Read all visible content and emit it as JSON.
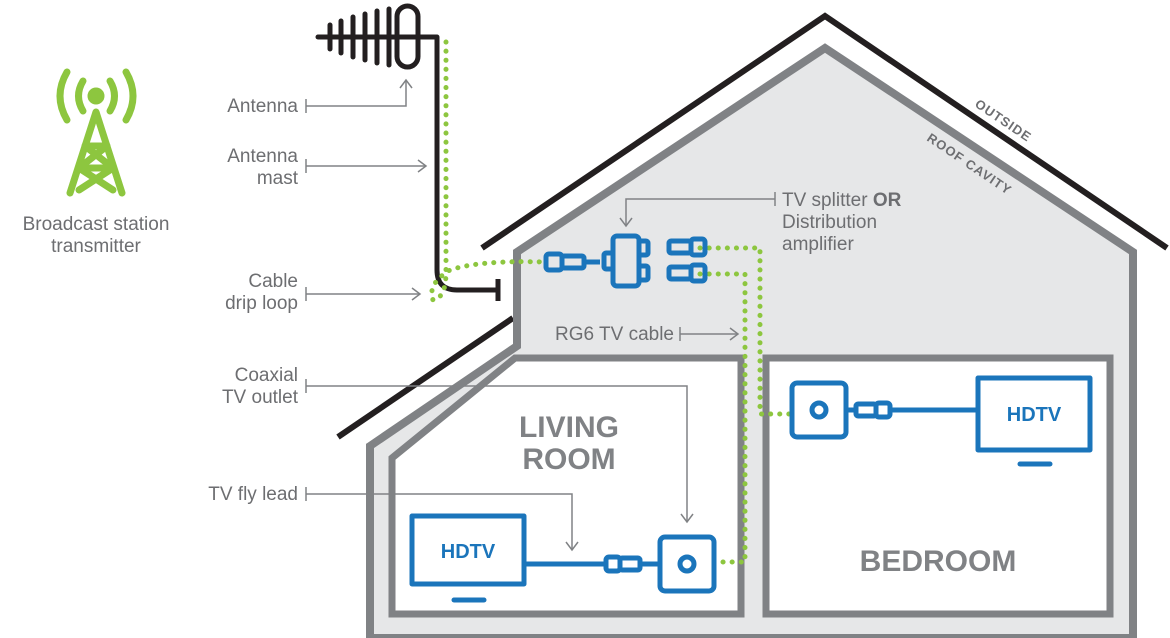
{
  "transmitter": {
    "label_line1": "Broadcast station",
    "label_line2": "transmitter"
  },
  "labels": {
    "antenna": "Antenna",
    "mast_line1": "Antenna",
    "mast_line2": "mast",
    "drip_line1": "Cable",
    "drip_line2": "drip loop",
    "outlet_line1": "Coaxial",
    "outlet_line2": "TV outlet",
    "flylead": "TV fly lead",
    "splitter_line1_a": "TV splitter ",
    "splitter_line1_b": "OR",
    "splitter_line2": "Distribution",
    "splitter_line3": "amplifier",
    "rg6": "RG6 TV cable"
  },
  "zones": {
    "outside": "OUTSIDE",
    "roof_cavity": "ROOF CAVITY"
  },
  "rooms": {
    "living_line1": "LIVING",
    "living_line2": "ROOM",
    "bedroom": "BEDROOM"
  },
  "tvs": {
    "living": "HDTV",
    "bedroom": "HDTV"
  },
  "colors": {
    "green": "#8dc63f",
    "blue": "#1b75bb",
    "grey_wall": "#808285",
    "grey_fill": "#e6e7e8",
    "text": "#6d6e71"
  }
}
